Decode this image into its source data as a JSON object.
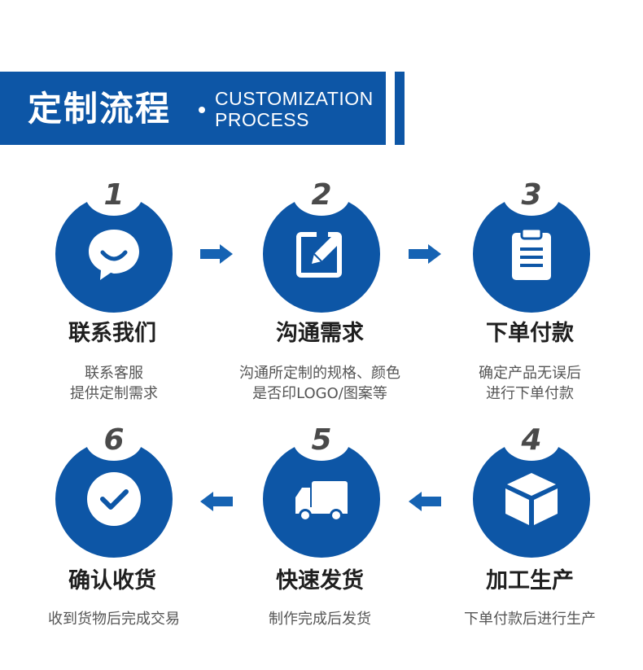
{
  "header": {
    "title_cn": "定制流程",
    "title_en_line1": "CUSTOMIZATION",
    "title_en_line2": "PROCESS"
  },
  "colors": {
    "brand_blue": "#0d56a6",
    "arrow_blue": "#1663b3"
  },
  "steps": [
    {
      "number": "1",
      "icon": "chat-bubble-icon",
      "title": "联系我们",
      "desc_line1": "联系客服",
      "desc_line2": "提供定制需求"
    },
    {
      "number": "2",
      "icon": "edit-note-icon",
      "title": "沟通需求",
      "desc_line1": "沟通所定制的规格、颜色",
      "desc_line2": "是否印LOGO/图案等"
    },
    {
      "number": "3",
      "icon": "clipboard-icon",
      "title": "下单付款",
      "desc_line1": "确定产品无误后",
      "desc_line2": "进行下单付款"
    },
    {
      "number": "4",
      "icon": "box-icon",
      "title": "加工生产",
      "desc_line1": "下单付款后进行生产",
      "desc_line2": ""
    },
    {
      "number": "5",
      "icon": "truck-icon",
      "title": "快速发货",
      "desc_line1": "制作完成后发货",
      "desc_line2": ""
    },
    {
      "number": "6",
      "icon": "check-circle-icon",
      "title": "确认收货",
      "desc_line1": "收到货物后完成交易",
      "desc_line2": ""
    }
  ]
}
